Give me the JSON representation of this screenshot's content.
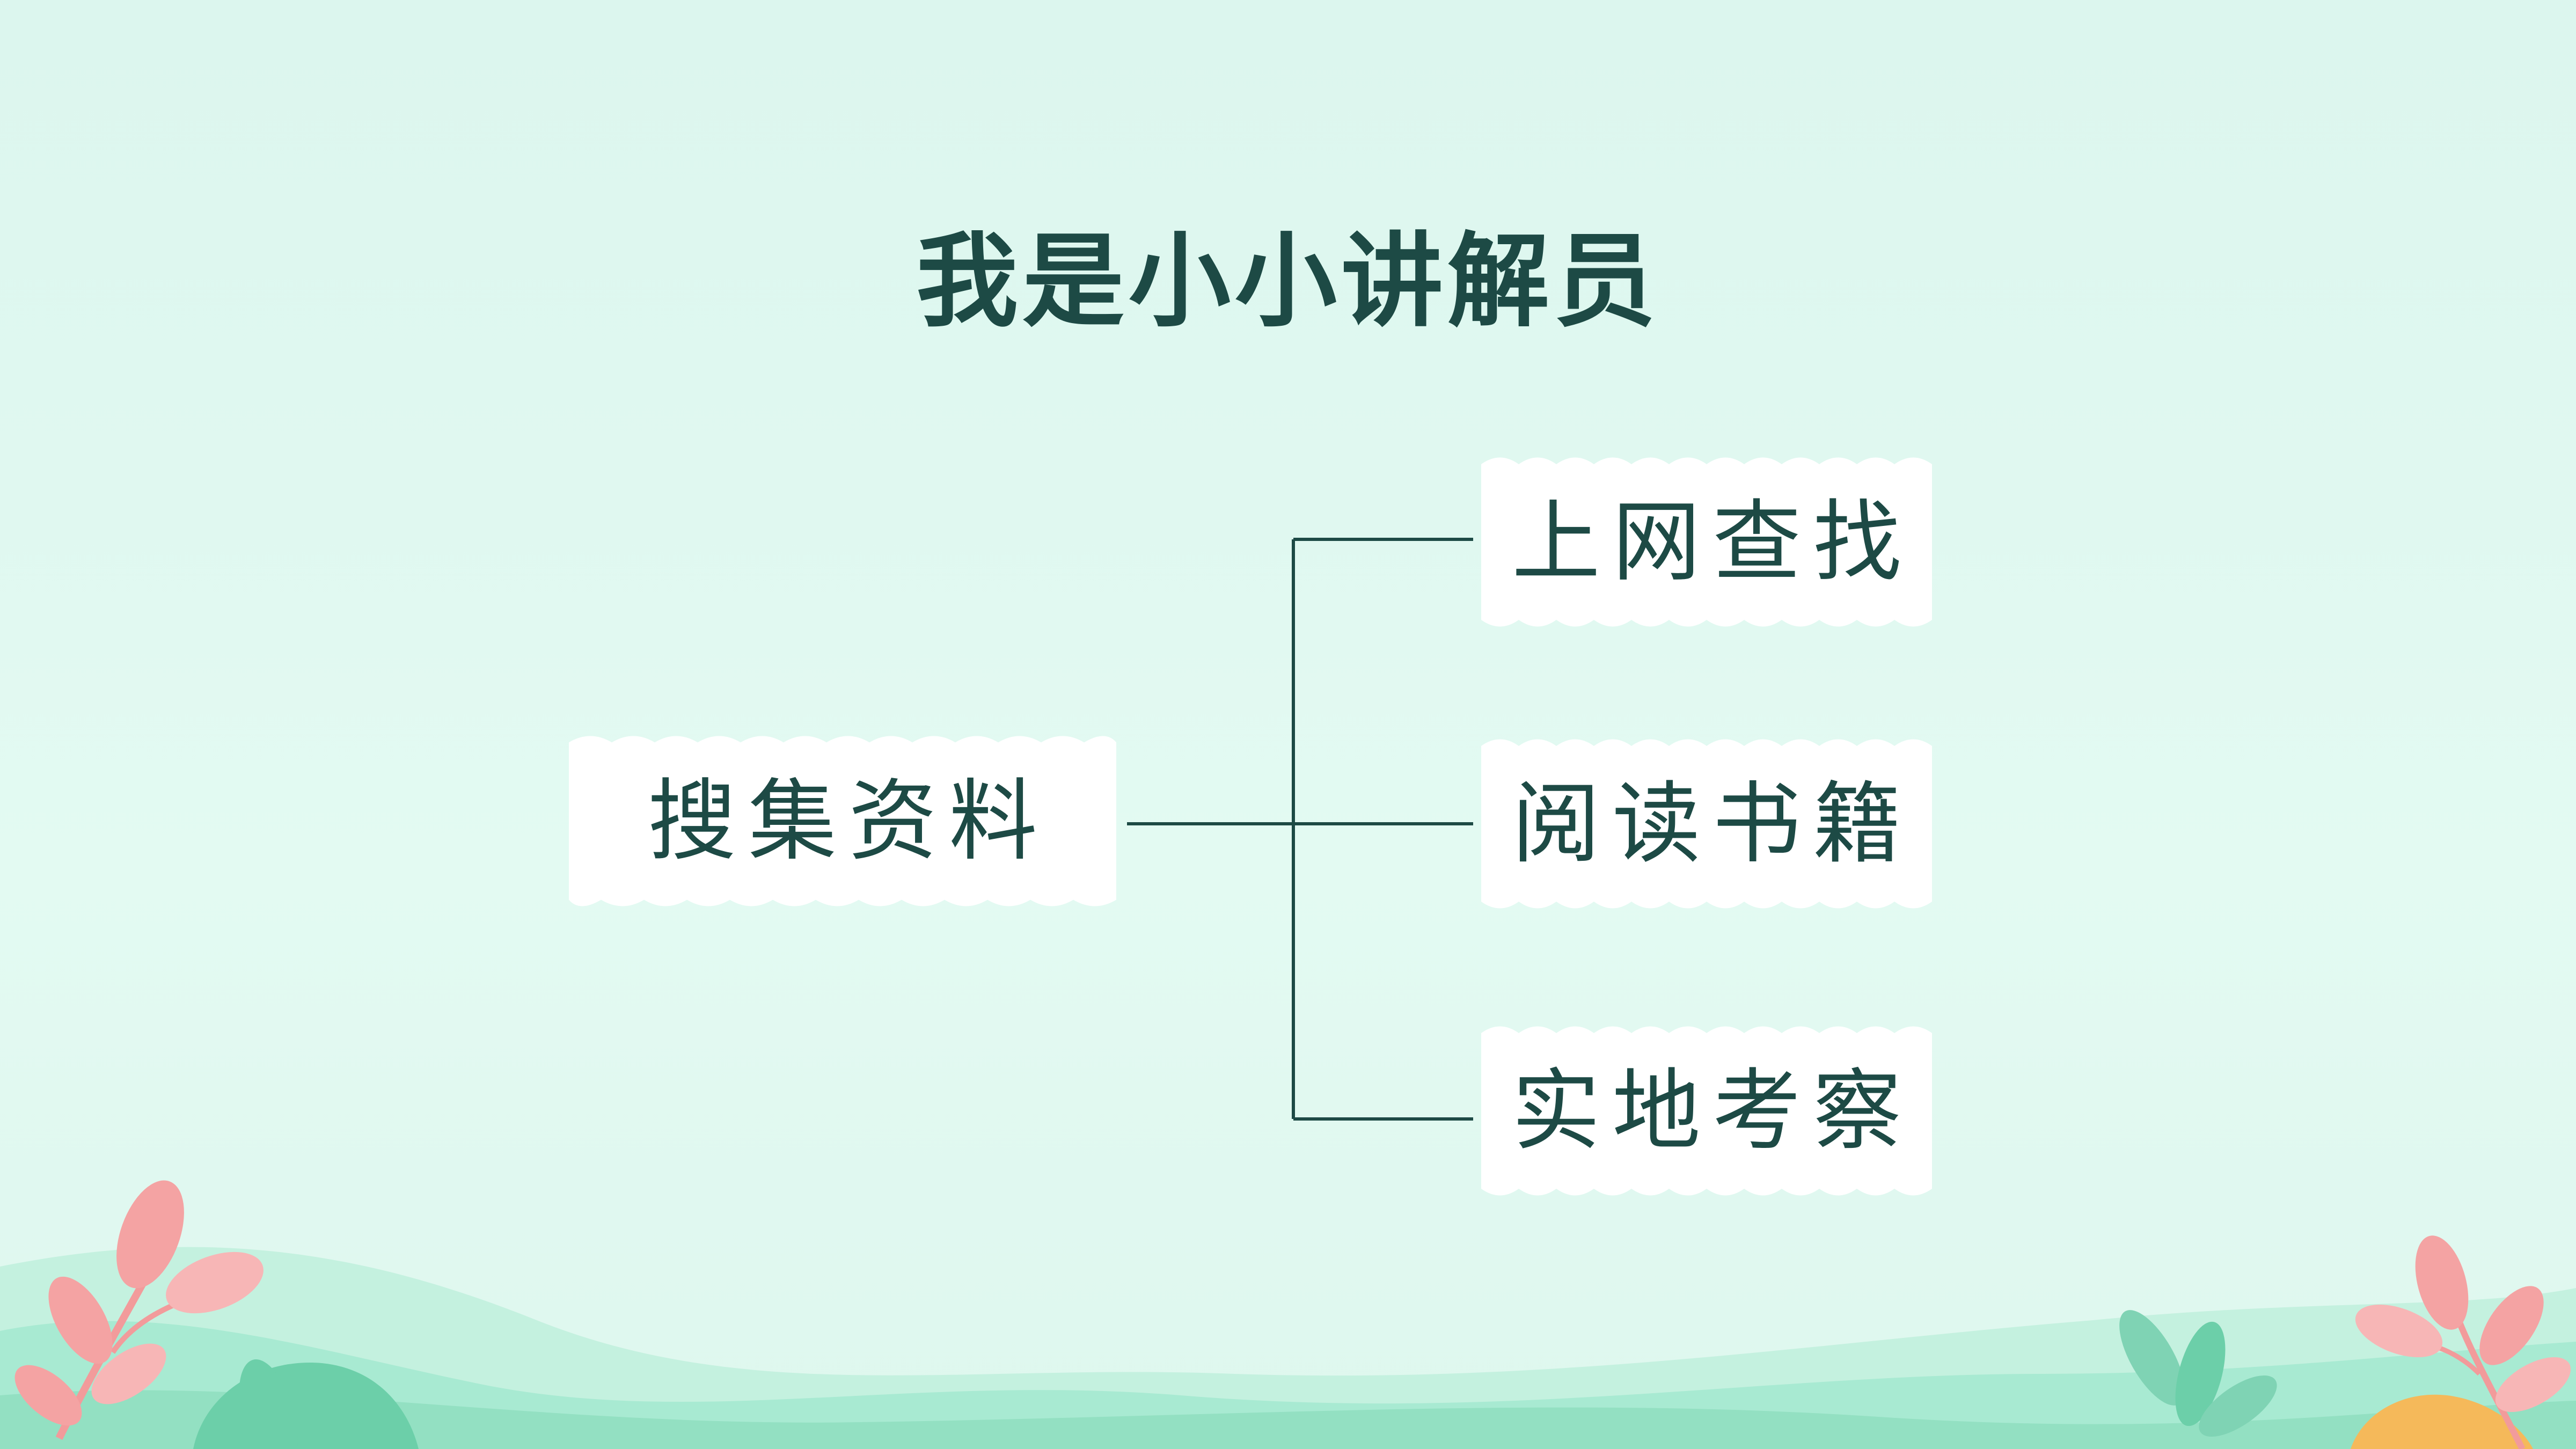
{
  "slide": {
    "title": "我是小小讲解员"
  },
  "diagram": {
    "root": {
      "label": "搜集资料"
    },
    "branches": [
      {
        "label": "上网查找"
      },
      {
        "label": "阅读书籍"
      },
      {
        "label": "实地考察"
      }
    ]
  },
  "colors": {
    "background": "#dff8ef",
    "text": "#1d4a45",
    "line": "#1d4a45",
    "card": "#ffffff",
    "leaf_pink": "#f4a3a3",
    "leaf_green": "#7fd3b4",
    "hill_green": "#a8ead2",
    "accent_orange": "#f5b95a"
  },
  "icons": {
    "decor_left": "pink-leaf-branch-icon",
    "decor_right": "pink-leaf-branch-icon"
  }
}
